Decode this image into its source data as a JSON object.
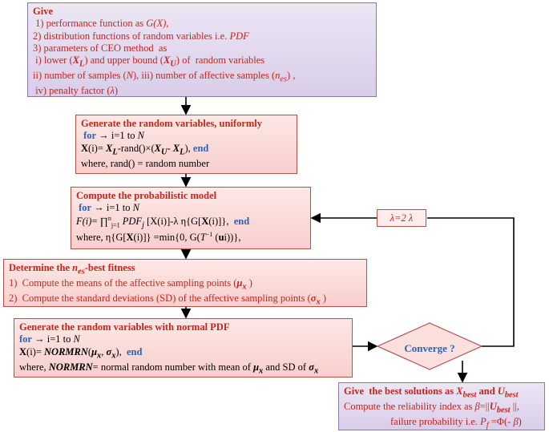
{
  "box1": {
    "title": "Give",
    "l1": "1) performance function as G(X),",
    "l2": "2) distribution functions of random variables i.e. PDF",
    "l3": "3) parameters of CEO method  as",
    "l4": "i) lower (XL) and upper bound (XU) of  random variables",
    "l5": "ii) number of samples (N), iii) number of affective samples (nes) ,",
    "l6": "iv) penalty factor (λ)"
  },
  "box2": {
    "title": "Generate the random variables, uniformly",
    "l1": "for → i=1 to N",
    "l2": "X(i)= XL-rand()×(XU- XL), end",
    "l3": "where, rand() = random number"
  },
  "box3": {
    "title": "Compute the probabilistic model",
    "l1": "for → i=1 to N",
    "l2": "F(i)= ∏j=1n PDFj [X(i)]-λ η{G[X(i)]},  end",
    "l3": "where, η{G[X(i)]} =min{0, G(T−1 (ui))},"
  },
  "box4": {
    "title": "Determine the nes-best fitness",
    "l1": "1)  Compute the means of the affective sampling points (μx )",
    "l2": "2)  Compute the standard deviations (SD) of the affective sampling points (σx )"
  },
  "box5": {
    "title": "Generate the random variables with  normal PDF",
    "l1": "for → i=1 to N",
    "l2": "X(i)= NORMRN(μx, σx),  end",
    "l3": "where, NORMRN= normal random number with mean of μx and SD of σx"
  },
  "lambda_update": "λ=2 λ",
  "decision": "Converge ?",
  "box6": {
    "title": "Give  the best solutions as Xbest and Ubest",
    "l1": "Compute the reliability index as β=||Ubest ||,",
    "l2": "failure probability i.e. Pf =Φ(- β)"
  }
}
